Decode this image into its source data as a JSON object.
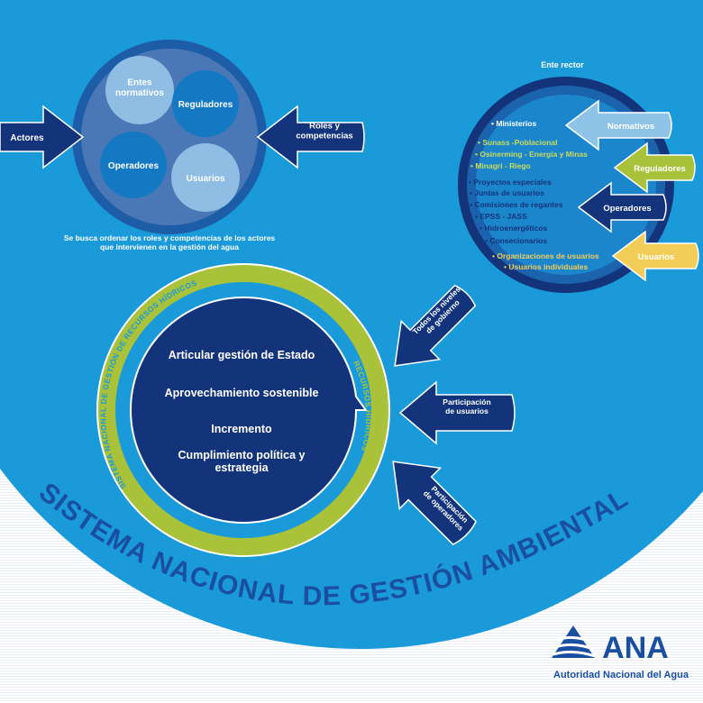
{
  "colors": {
    "sea": "#1a9ad9",
    "navy": "#13337a",
    "lime": "#a9c23a",
    "light_blue": "#8fc4e8",
    "yellow": "#f2cd57",
    "white": "#ffffff"
  },
  "top_left": {
    "circles": [
      "Entes\nnormativos",
      "Reguladores",
      "Operadores",
      "Usuarios"
    ],
    "arrow_left": "Actores",
    "arrow_right": "Roles y\ncompetencias",
    "caption": "Se busca ordenar los roles y competencias de los actores\nque intervienen en la gestión del agua"
  },
  "top_right": {
    "heading": "Ente rector",
    "list": [
      {
        "text": "• Ministerios",
        "tone": "white"
      },
      {
        "text": "• Sunass -Poblacional",
        "tone": "lime"
      },
      {
        "text": "• Osinerming - Energía y Minas",
        "tone": "lime"
      },
      {
        "text": "• Minagri - Riego",
        "tone": "lime"
      },
      {
        "text": "• Proyectos especiales",
        "tone": "navy"
      },
      {
        "text": "• Juntas de usuarios",
        "tone": "navy"
      },
      {
        "text": "• Comisiones de regantes",
        "tone": "navy"
      },
      {
        "text": "• EPSS - JASS",
        "tone": "navy"
      },
      {
        "text": "• Hidroenergéticos",
        "tone": "navy"
      },
      {
        "text": "• Consecionarios",
        "tone": "navy"
      },
      {
        "text": "• Organizaciones de usuarios",
        "tone": "yellow"
      },
      {
        "text": "• Usuarios individuales",
        "tone": "yellow"
      }
    ],
    "arrows": [
      "Normativos",
      "Reguladores",
      "Operadores",
      "Usuarios"
    ]
  },
  "center": {
    "ring_text": "SISTEMA NACIONAL DE GESTIÓN DE RECURSOS HÍDRICOS",
    "ring_text_right": "RECURSOS HÍDRICOS",
    "items": [
      "Articular gestión de Estado",
      "Aprovechamiento sostenible",
      "Incremento",
      "Cumplimiento política y\nestrategia"
    ],
    "arrows": [
      "Todos los niveles\nde gobierno",
      "Participación\nde usuarios",
      "Participación\nde operadores"
    ]
  },
  "bottom_arc_text": "SISTEMA NACIONAL DE GESTIÓN AMBIENTAL",
  "logo": {
    "name": "ANA",
    "subtitle": "Autoridad Nacional del Agua"
  }
}
